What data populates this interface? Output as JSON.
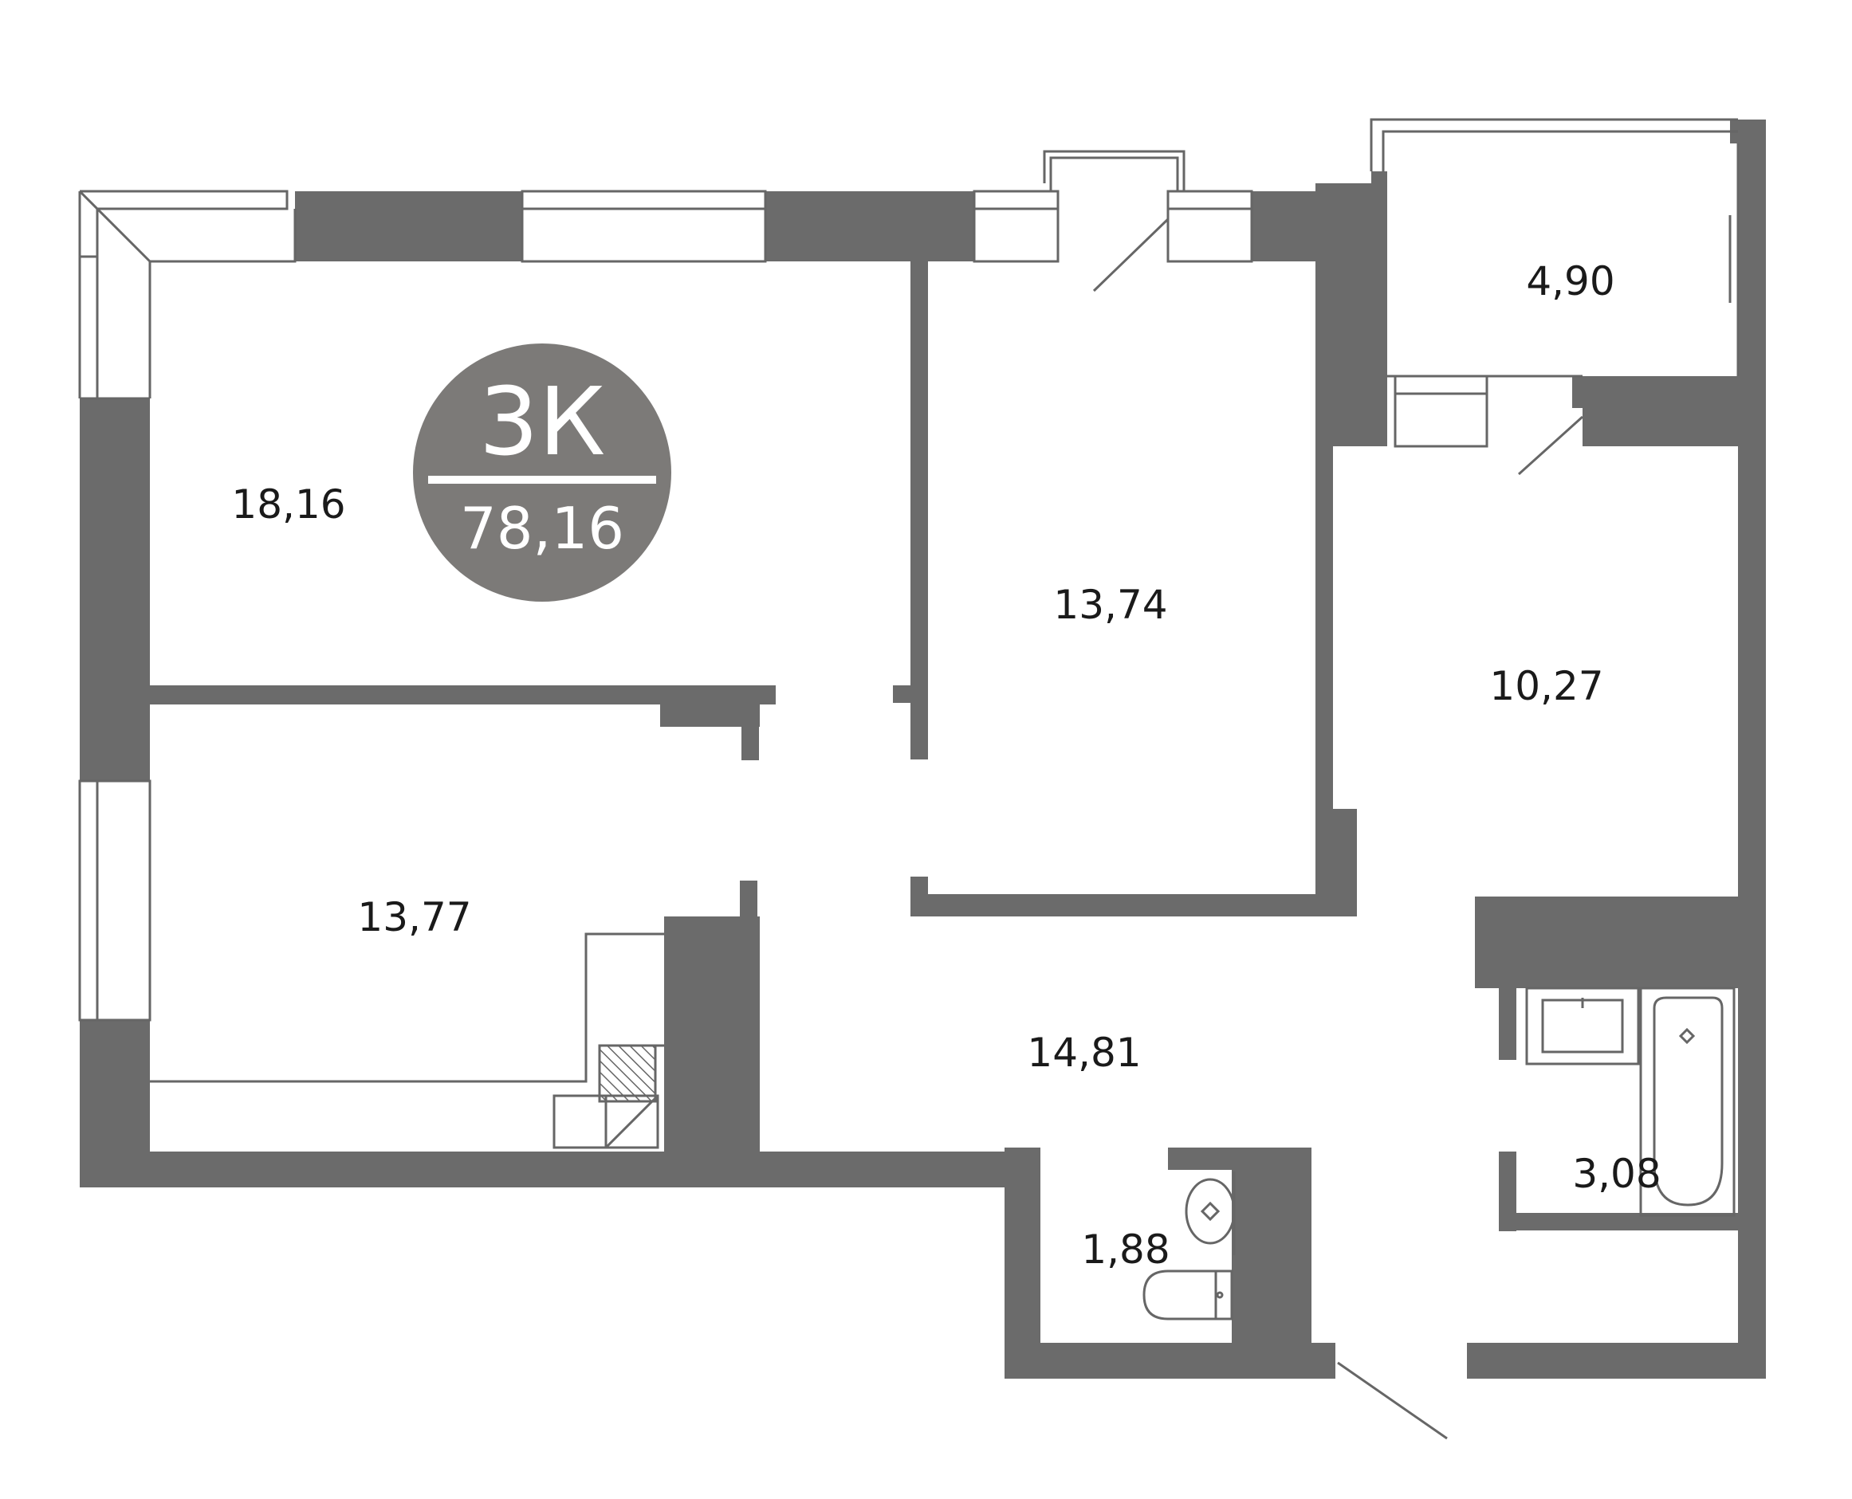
{
  "badge": {
    "type": "3К",
    "total_area": "78,16"
  },
  "rooms": [
    {
      "id": "room-1",
      "area": "18,16"
    },
    {
      "id": "room-2",
      "area": "13,77"
    },
    {
      "id": "room-3",
      "area": "13,74"
    },
    {
      "id": "room-4",
      "area": "10,27"
    },
    {
      "id": "room-5",
      "area": "4,90"
    },
    {
      "id": "room-6",
      "area": "14,81"
    },
    {
      "id": "room-7",
      "area": "1,88"
    },
    {
      "id": "room-8",
      "area": "3,08"
    }
  ],
  "colors": {
    "wall": "#6b6b6b",
    "badge": "#7c7a78",
    "line": "#666666",
    "text": "#1a1a1a"
  }
}
